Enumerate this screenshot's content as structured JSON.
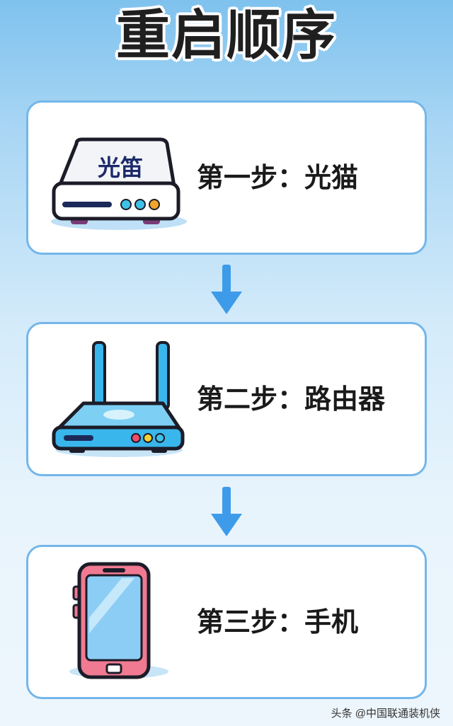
{
  "title": "重启顺序",
  "steps": [
    {
      "label": "第一步：光猫",
      "icon": "optical-modem-icon",
      "device_text": "光笛"
    },
    {
      "label": "第二步：路由器",
      "icon": "router-icon"
    },
    {
      "label": "第三步：手机",
      "icon": "phone-icon"
    }
  ],
  "watermark": "头条 @中国联通装机侠",
  "colors": {
    "card_border": "#74b6ea",
    "arrow": "#3e9bea",
    "router_body": "#39b6ec",
    "phone_screen": "#8ccdf5",
    "phone_frame": "#f07a92"
  }
}
